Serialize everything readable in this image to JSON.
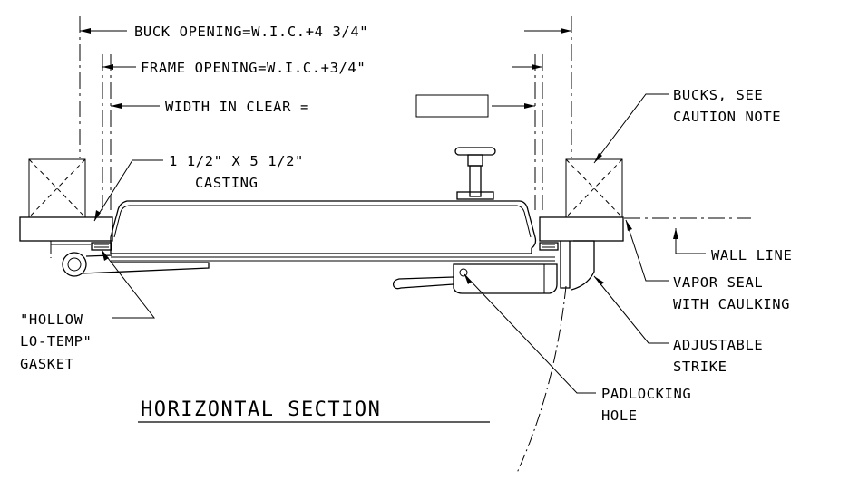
{
  "dimensions": {
    "buck_opening": "BUCK OPENING=W.I.C.+4 3/4\"",
    "frame_opening": "FRAME OPENING=W.I.C.+3/4\"",
    "width_in_clear": "WIDTH IN CLEAR ="
  },
  "callouts": {
    "casting_line1": "1 1/2\" X 5 1/2\"",
    "casting_line2": "CASTING",
    "bucks_line1": "BUCKS, SEE",
    "bucks_line2": "CAUTION NOTE",
    "wall_line": "WALL LINE",
    "vapor_line1": "VAPOR SEAL",
    "vapor_line2": "WITH CAULKING",
    "gasket_line1": "\"HOLLOW",
    "gasket_line2": "LO-TEMP\"",
    "gasket_line3": "GASKET",
    "strike_line1": "ADJUSTABLE",
    "strike_line2": "STRIKE",
    "padlock_line1": "PADLOCKING",
    "padlock_line2": "HOLE"
  },
  "title": "HORIZONTAL SECTION"
}
